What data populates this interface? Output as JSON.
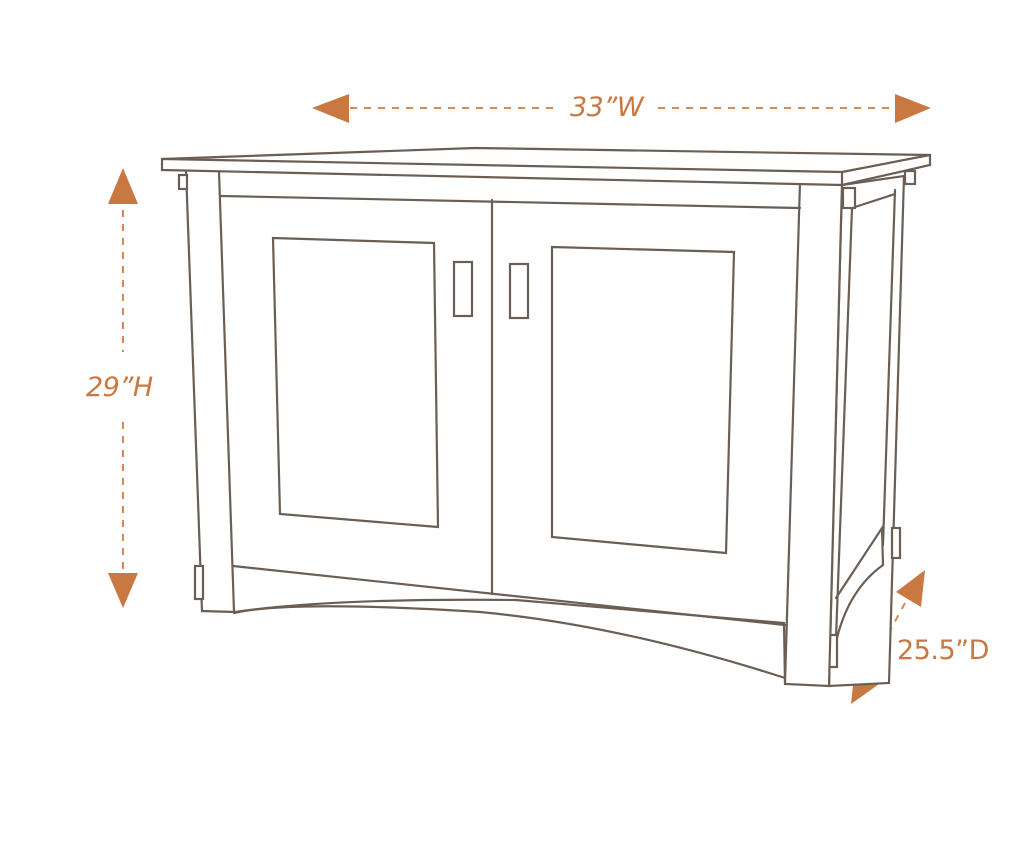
{
  "diagram": {
    "subject": "two-door cabinet",
    "colors": {
      "line": "#6b5f55",
      "dimension": "#c97842",
      "dimension_dash": "#d48a58",
      "background": "#ffffff"
    },
    "dimensions": {
      "width": {
        "label": "33”W",
        "value": 33,
        "unit": "in",
        "axis": "width"
      },
      "height": {
        "label": "29”H",
        "value": 29,
        "unit": "in",
        "axis": "height"
      },
      "depth": {
        "label": "25.5”D",
        "value": 25.5,
        "unit": "in",
        "axis": "depth"
      }
    },
    "parts": [
      "top",
      "front-frame",
      "left-door",
      "right-door",
      "left-door-panel",
      "right-door-panel",
      "left-door-handle",
      "right-door-handle",
      "arched-bottom-rail",
      "side-panel",
      "side-arch",
      "tenon-blocks"
    ]
  }
}
